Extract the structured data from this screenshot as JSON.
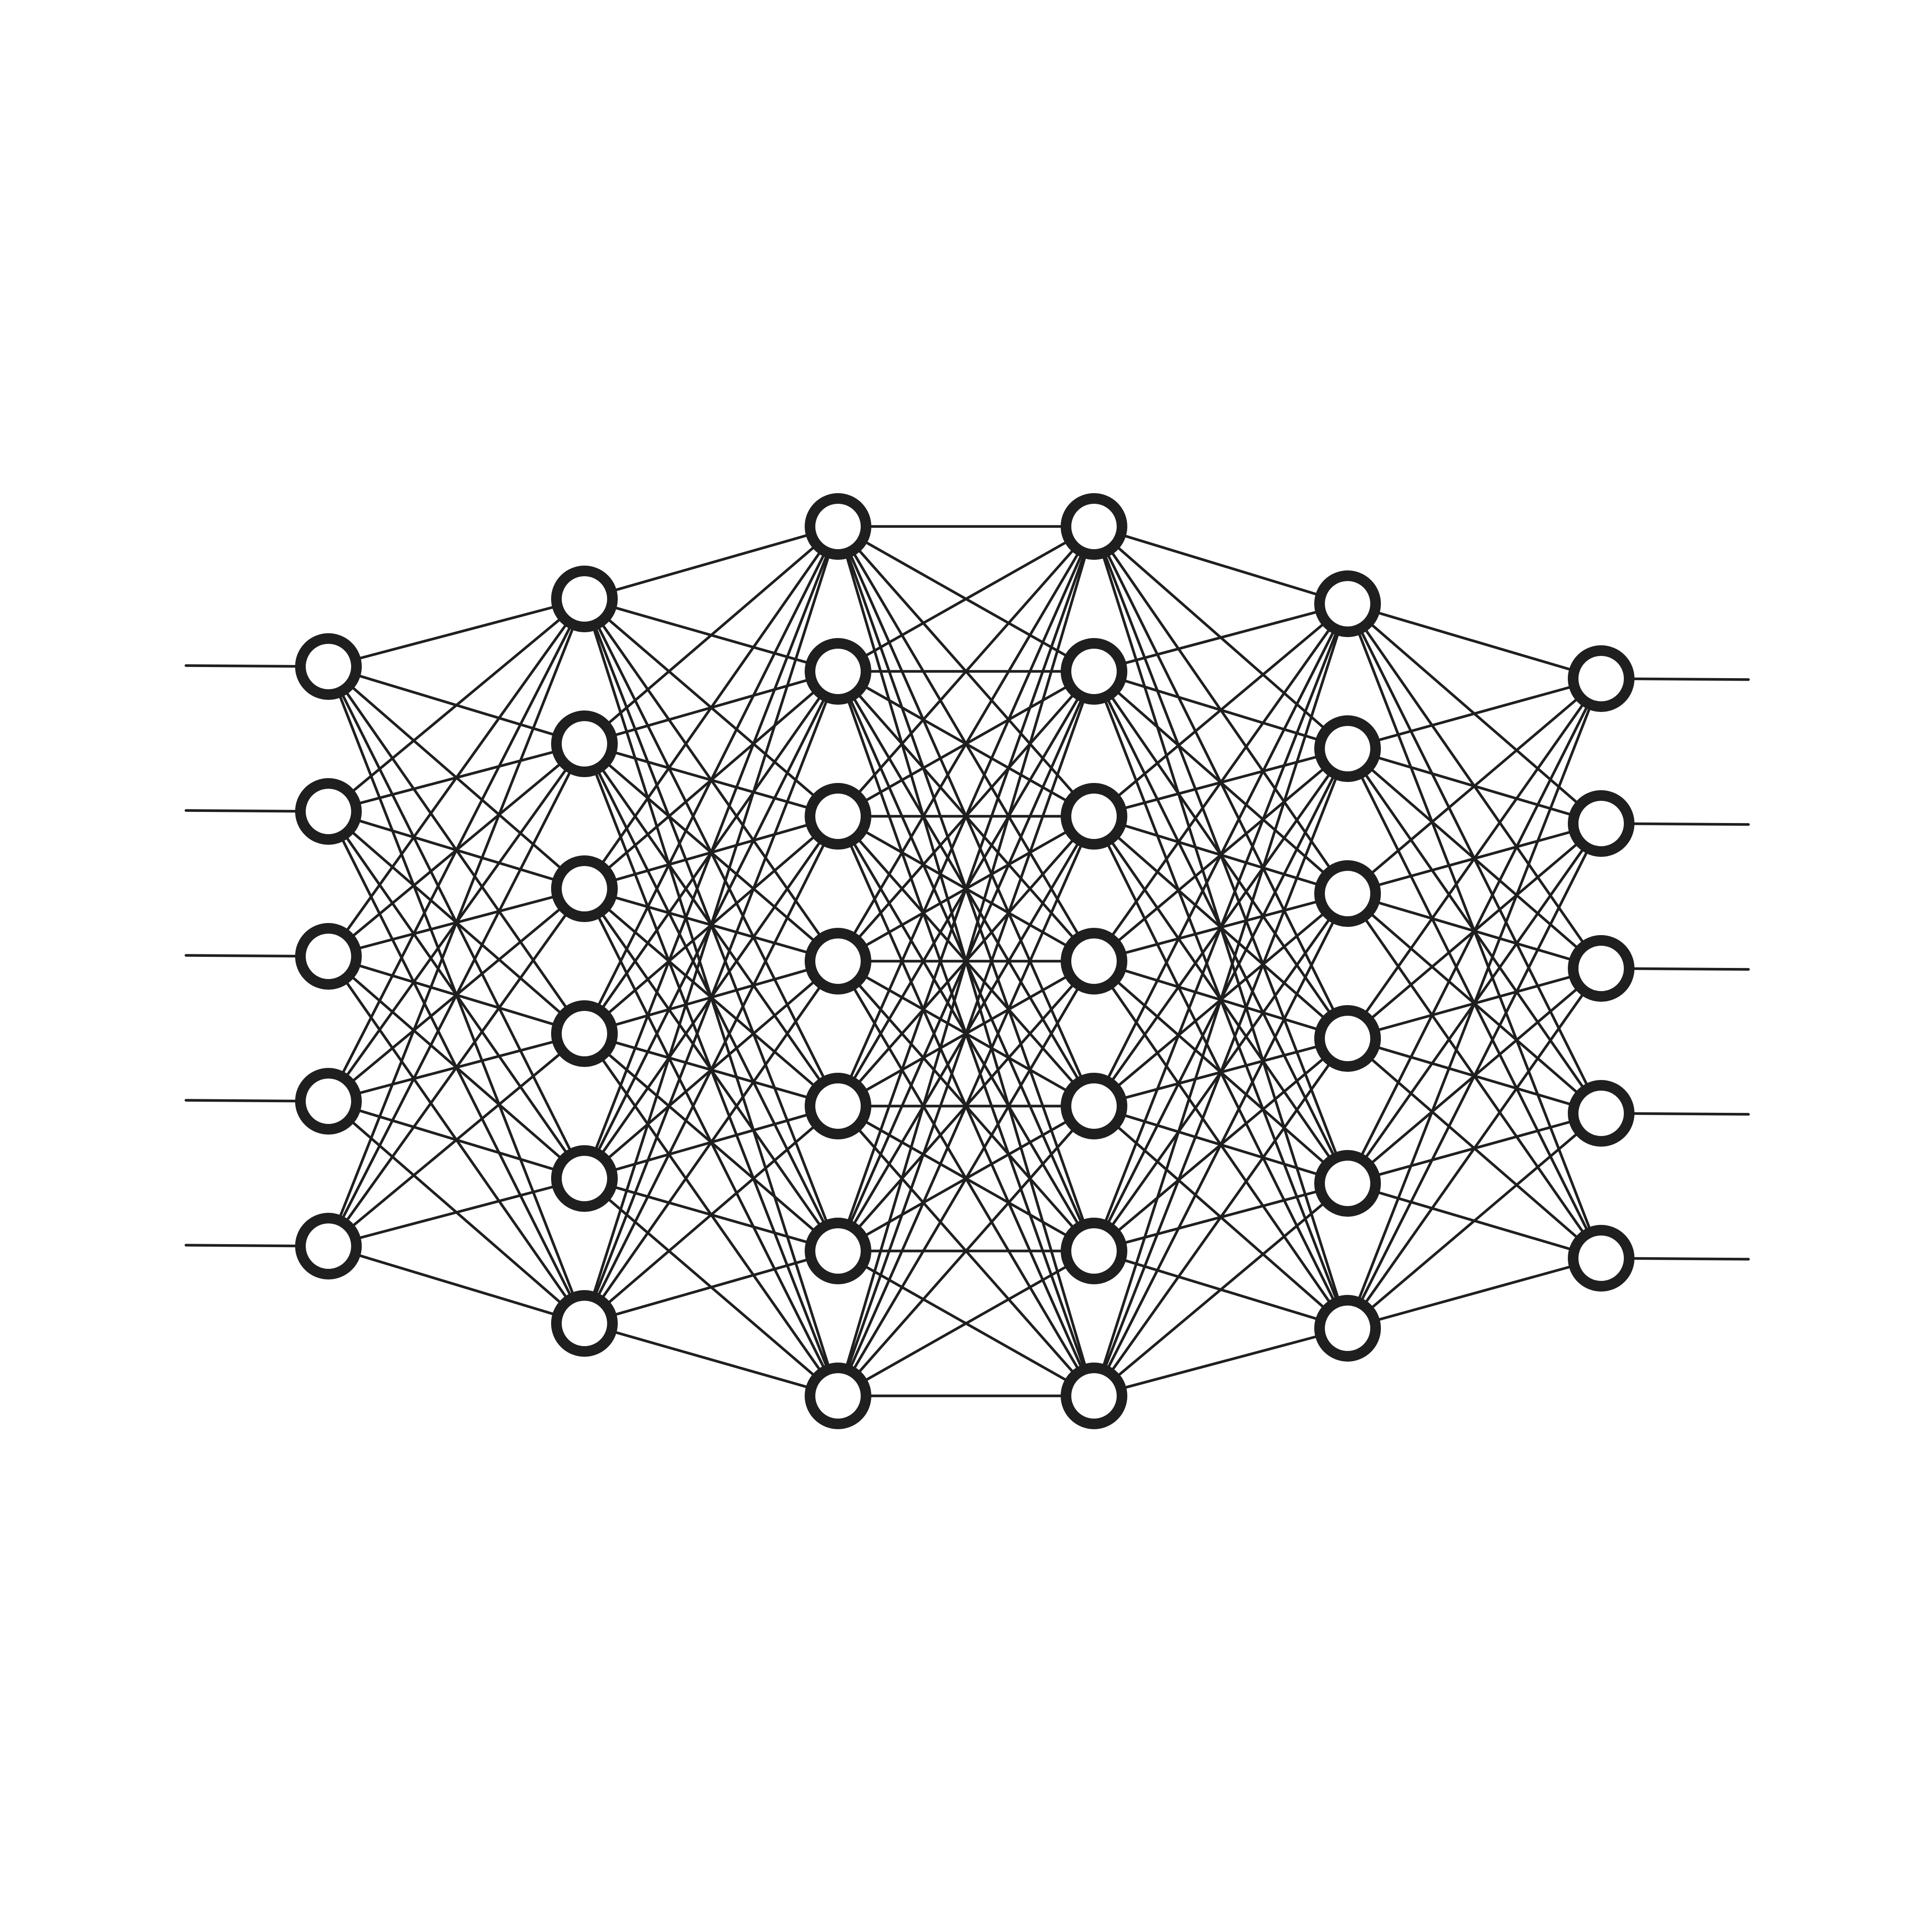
{
  "diagram": {
    "type": "neural-network",
    "fully_connected": true,
    "layers": [
      {
        "role": "input",
        "neurons": 5
      },
      {
        "role": "hidden",
        "neurons": 6
      },
      {
        "role": "hidden",
        "neurons": 7
      },
      {
        "role": "hidden",
        "neurons": 7
      },
      {
        "role": "hidden",
        "neurons": 6
      },
      {
        "role": "output",
        "neurons": 5
      }
    ],
    "input_lines": true,
    "output_lines": true,
    "colors": {
      "background": "#ffffff",
      "line": "#1f1f1f",
      "node_fill": "#ffffff",
      "node_stroke": "#1f1f1f"
    }
  }
}
